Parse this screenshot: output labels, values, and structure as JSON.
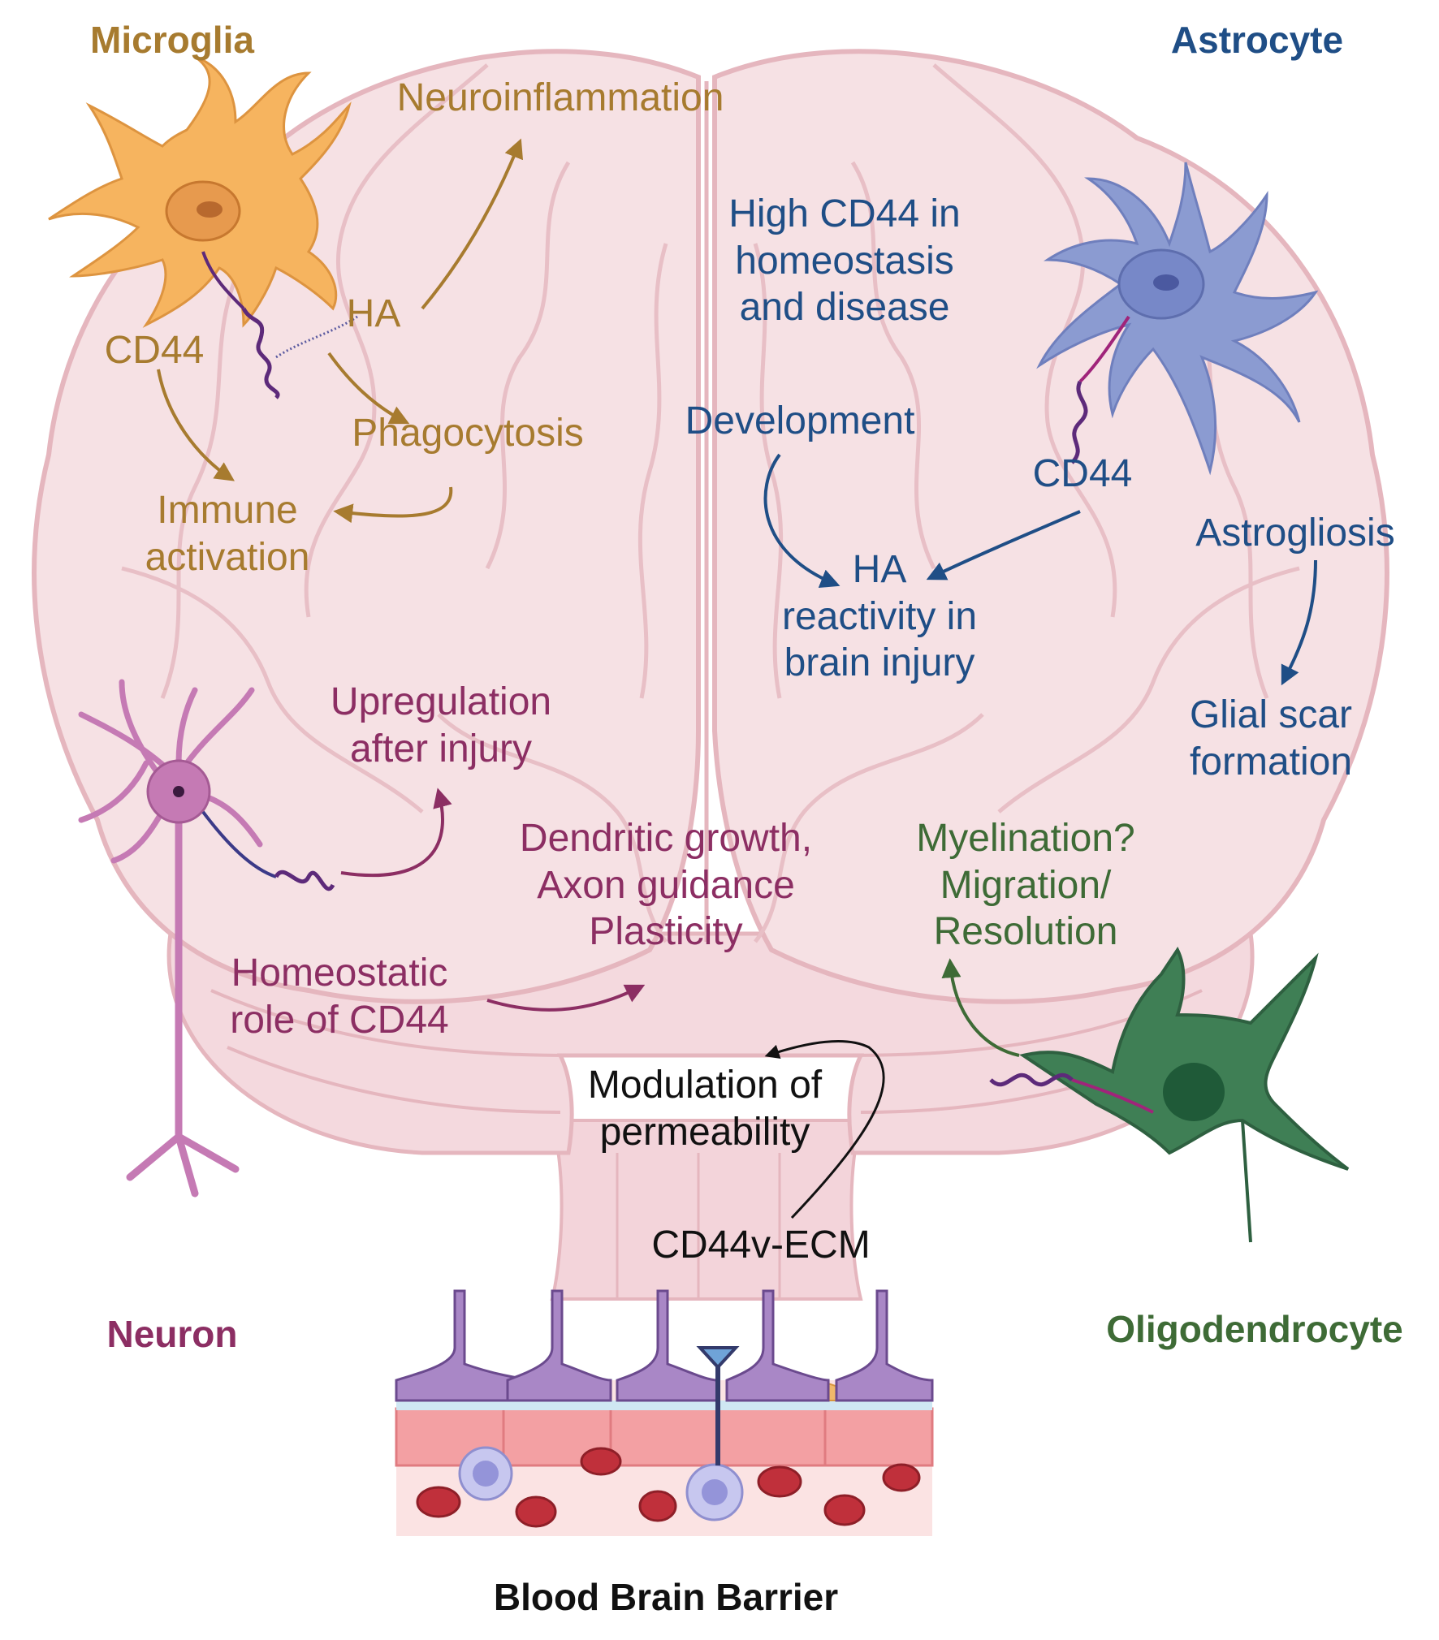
{
  "cells": {
    "microglia": {
      "title": "Microglia",
      "ha": "HA",
      "cd44": "CD44",
      "neuroinflammation": "Neuroinflammation",
      "phagocytosis": "Phagocytosis",
      "immune": [
        "Immune",
        "activation"
      ]
    },
    "astrocyte": {
      "title": "Astrocyte",
      "high_cd44": [
        "High CD44 in",
        "homeostasis",
        "and disease"
      ],
      "development": "Development",
      "cd44": "CD44",
      "ha_reactivity": [
        "HA",
        "reactivity in",
        "brain injury"
      ],
      "astrogliosis": "Astrogliosis",
      "glial_scar": [
        "Glial scar",
        "formation"
      ]
    },
    "neuron": {
      "title": "Neuron",
      "upregulation": [
        "Upregulation",
        "after injury"
      ],
      "dendritic": [
        "Dendritic growth,",
        "Axon guidance",
        "Plasticity"
      ],
      "homeostatic": [
        "Homeostatic",
        "role of CD44"
      ]
    },
    "oligodendrocyte": {
      "title": "Oligodendrocyte",
      "myelination": [
        "Myelination?",
        "Migration/",
        "Resolution"
      ]
    }
  },
  "bbb": {
    "title": "Blood Brain Barrier",
    "modulation": [
      "Modulation of",
      "permeability"
    ],
    "cd44v_ecm": "CD44v-ECM"
  },
  "colors": {
    "microglia": "#a77b2f",
    "astrocyte": "#1f4e86",
    "neuron": "#8c2e63",
    "oligodendrocyte": "#3e6b36",
    "brain": "#f6dfe3",
    "brain_outline": "#e5b6be"
  }
}
